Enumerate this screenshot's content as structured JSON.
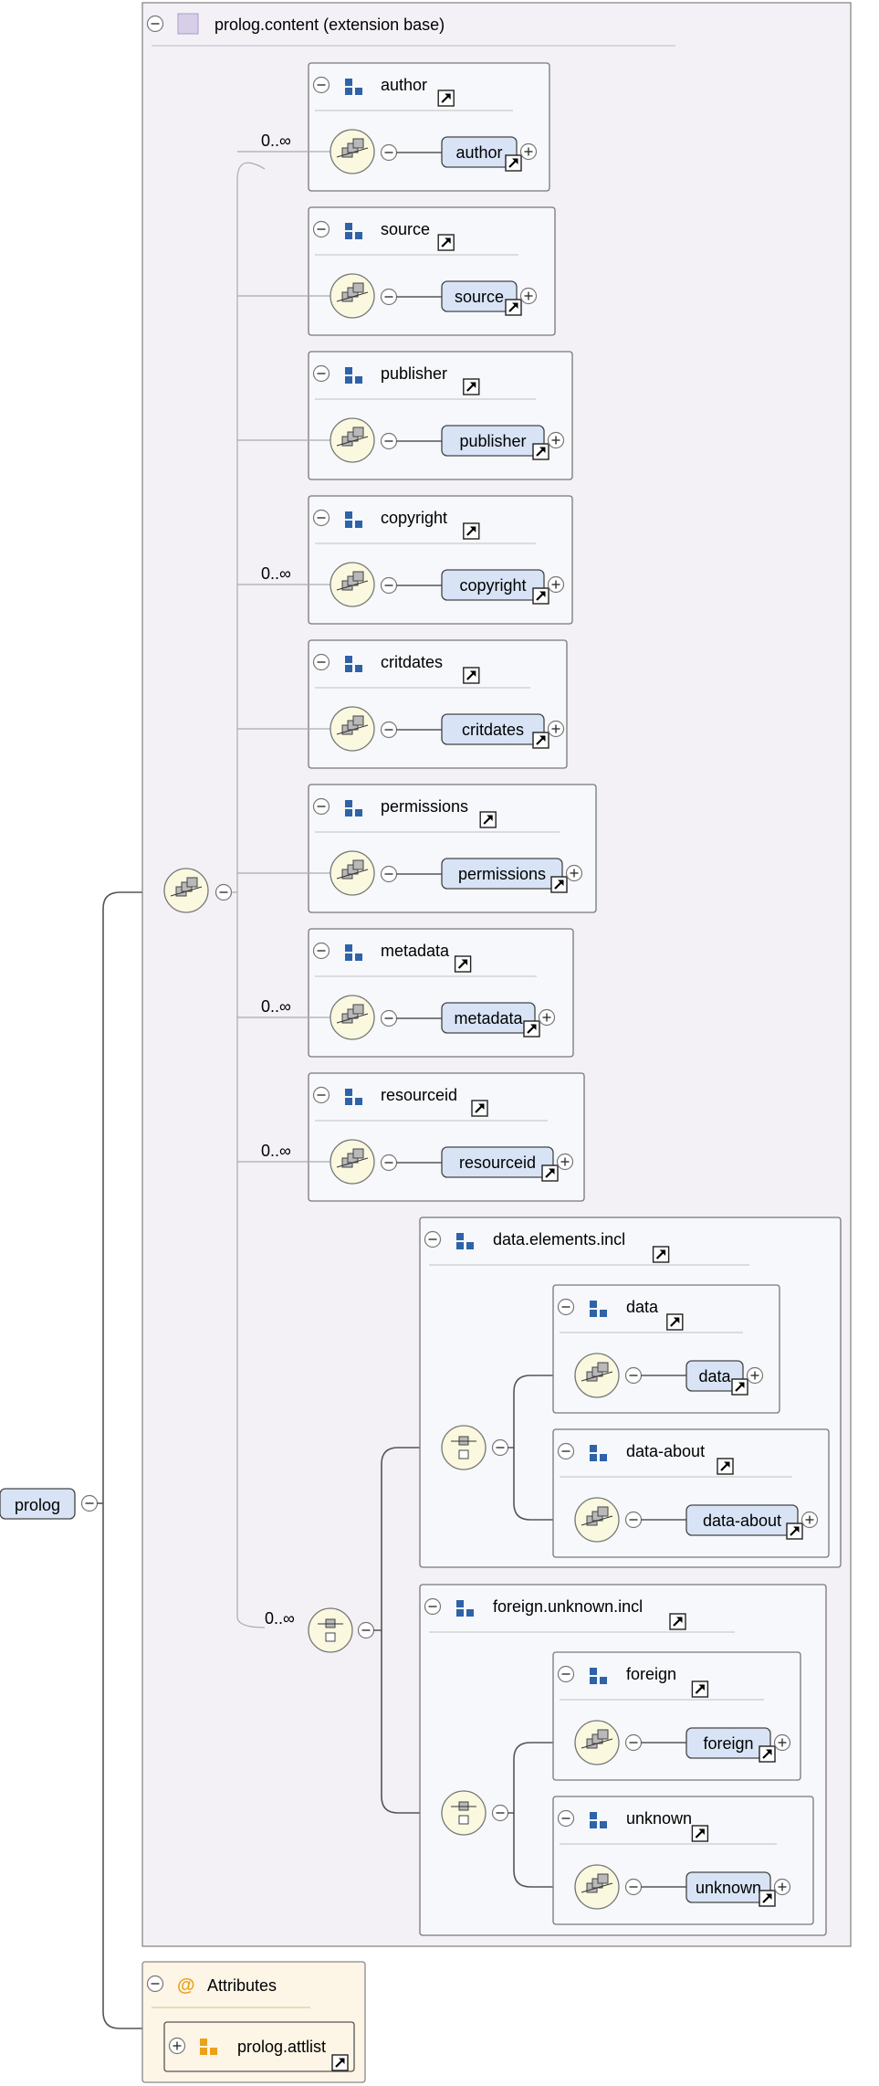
{
  "root": {
    "label": "prolog"
  },
  "content_group": {
    "title": "prolog.content (extension base)"
  },
  "elements": [
    {
      "id": "author",
      "name": "author",
      "ref": "author",
      "cardinality": "0..∞"
    },
    {
      "id": "source",
      "name": "source",
      "ref": "source",
      "cardinality": ""
    },
    {
      "id": "publisher",
      "name": "publisher",
      "ref": "publisher",
      "cardinality": ""
    },
    {
      "id": "copyright",
      "name": "copyright",
      "ref": "copyright",
      "cardinality": "0..∞"
    },
    {
      "id": "critdates",
      "name": "critdates",
      "ref": "critdates",
      "cardinality": ""
    },
    {
      "id": "permissions",
      "name": "permissions",
      "ref": "permissions",
      "cardinality": ""
    },
    {
      "id": "metadata",
      "name": "metadata",
      "ref": "metadata",
      "cardinality": "0..∞"
    },
    {
      "id": "resourceid",
      "name": "resourceid",
      "ref": "resourceid",
      "cardinality": "0..∞"
    }
  ],
  "choice": {
    "cardinality": "0..∞",
    "groups": [
      {
        "id": "data-elements",
        "name": "data.elements.incl",
        "children": [
          {
            "name": "data",
            "ref": "data"
          },
          {
            "name": "data-about",
            "ref": "data-about"
          }
        ]
      },
      {
        "id": "foreign-unknown",
        "name": "foreign.unknown.incl",
        "children": [
          {
            "name": "foreign",
            "ref": "foreign"
          },
          {
            "name": "unknown",
            "ref": "unknown"
          }
        ]
      }
    ]
  },
  "attributes": {
    "title": "Attributes",
    "group": "prolog.attlist"
  },
  "colors": {
    "panel_bg": "#f3f1f6",
    "box_bg": "#f7f8fc",
    "node_bg": "#d8e4f6",
    "compositor_bg": "#fbf8e0",
    "attr_bg": "#fdf5e6",
    "icon_blue": "#2e63a8",
    "icon_orange": "#eaa21a"
  }
}
